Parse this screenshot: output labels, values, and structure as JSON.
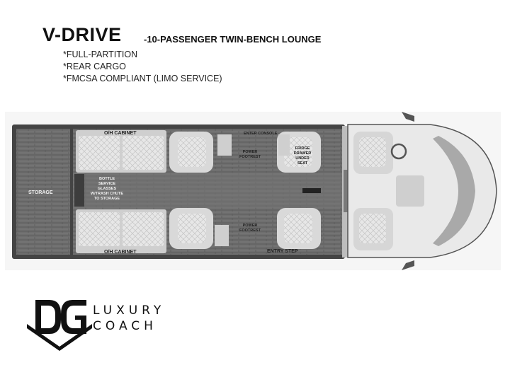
{
  "header": {
    "model": "V-DRIVE",
    "subtitle": "-10-PASSENGER TWIN-BENCH LOUNGE",
    "features": [
      "*FULL-PARTITION",
      "*REAR CARGO",
      "*FMCSA COMPLIANT (LIMO SERVICE)"
    ]
  },
  "floorplan": {
    "labels": {
      "storage": "STORAGE",
      "oh_cabinet_top": "O/H CABINET",
      "oh_cabinet_bottom": "O/H CABINET",
      "bottle_service": [
        "BOTTLE",
        "SERVICE",
        "GLASSES",
        "W/TRASH CHUTE",
        "TO STORAGE"
      ],
      "enter_console": "ENTER CONSOLE",
      "power_footrest_top": [
        "POWER",
        "FOOTREST"
      ],
      "power_footrest_bottom": [
        "POWER",
        "FOOTREST"
      ],
      "fridge": [
        "FRIDGE",
        "DRAWER",
        "UNDER",
        "SEAT"
      ],
      "entry_step": "ENTRY STEP"
    }
  },
  "brand": {
    "monogram": "DG",
    "line1": "LUXURY",
    "line2": "COACH"
  }
}
